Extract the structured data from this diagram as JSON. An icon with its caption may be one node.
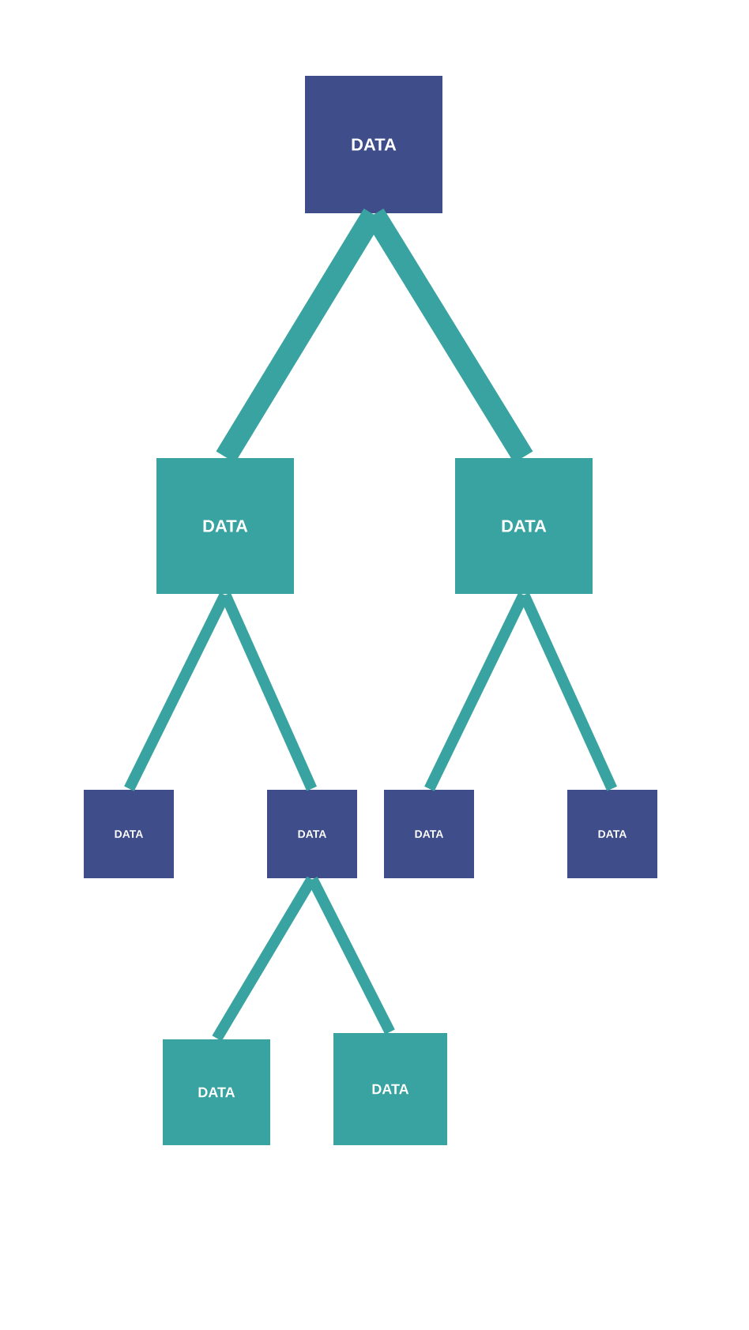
{
  "diagram": {
    "nodes": [
      {
        "text": [
          "DATA"
        ]
      },
      {
        "text": [
          "DATA"
        ]
      },
      {
        "text": [
          "DATA"
        ]
      },
      {
        "text": [
          "DATA"
        ]
      },
      {
        "text": [
          "DATA"
        ]
      },
      {
        "text": [
          "DATA"
        ]
      },
      {
        "text": [
          "DATA"
        ]
      },
      {
        "text": [
          "DATA"
        ]
      },
      {
        "text": [
          "DATA"
        ]
      }
    ],
    "edges": [
      {
        "from": 0,
        "to": 1,
        "arrow": "none",
        "style": "thick"
      },
      {
        "from": 0,
        "to": 2,
        "arrow": "none",
        "style": "thick"
      },
      {
        "from": 1,
        "to": 3,
        "arrow": "none"
      },
      {
        "from": 1,
        "to": 4,
        "arrow": "none"
      },
      {
        "from": 2,
        "to": 5,
        "arrow": "none"
      },
      {
        "from": 2,
        "to": 6,
        "arrow": "none"
      },
      {
        "from": 4,
        "to": 7,
        "arrow": "none"
      },
      {
        "from": 4,
        "to": 8,
        "arrow": "none"
      }
    ]
  }
}
